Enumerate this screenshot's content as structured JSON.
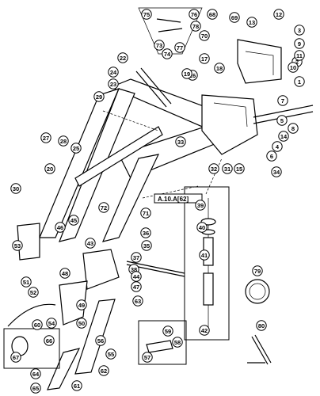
{
  "reference_label": "A.10.A[62]",
  "callouts": [
    "1",
    "2",
    "3",
    "4",
    "5",
    "6",
    "7",
    "8",
    "9",
    "10",
    "11",
    "12",
    "13",
    "14",
    "15",
    "16",
    "17",
    "18",
    "19",
    "20",
    "22",
    "23",
    "24",
    "25",
    "27",
    "28",
    "29",
    "30",
    "31",
    "32",
    "33",
    "34",
    "35",
    "36",
    "37",
    "38",
    "39",
    "40",
    "41",
    "42",
    "43",
    "44",
    "45",
    "46",
    "47",
    "48",
    "49",
    "50",
    "51",
    "52",
    "53",
    "54",
    "55",
    "56",
    "57",
    "58",
    "59",
    "60",
    "61",
    "62",
    "63",
    "64",
    "65",
    "66",
    "67",
    "68",
    "69",
    "70",
    "71",
    "72",
    "73",
    "74",
    "75",
    "76",
    "77",
    "78",
    "79",
    "80"
  ]
}
